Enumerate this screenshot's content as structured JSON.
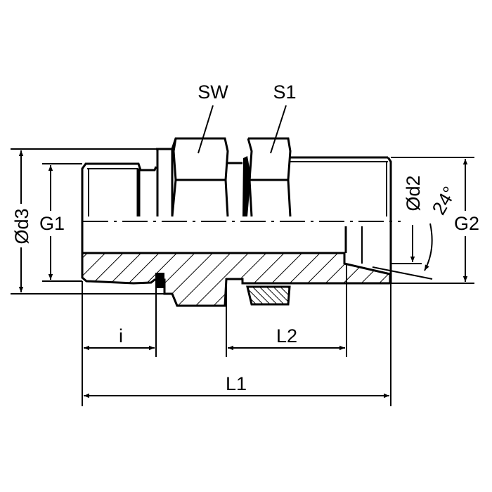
{
  "drawing": {
    "labels": {
      "sw": "SW",
      "s1": "S1",
      "d3": "Ød3",
      "g1": "G1",
      "d2": "Ød2",
      "angle": "24°",
      "g2": "G2",
      "i": "i",
      "l2": "L2",
      "l1": "L1"
    },
    "colors": {
      "line": "#000000",
      "background": "#ffffff"
    }
  }
}
